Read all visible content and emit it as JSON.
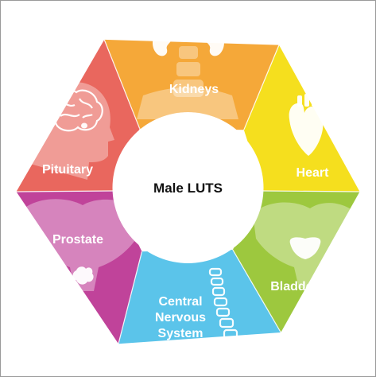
{
  "center": {
    "label": "Male LUTS"
  },
  "segments": [
    {
      "id": "kidneys",
      "label": "Kidneys",
      "color": "#F5A839",
      "icon": "kidneys-spine-icon"
    },
    {
      "id": "heart",
      "label": "Heart",
      "color": "#F5DF1E",
      "icon": "heart-icon"
    },
    {
      "id": "bladder",
      "label": "Bladder",
      "color": "#9DC83E",
      "icon": "bladder-pelvis-icon"
    },
    {
      "id": "cns",
      "label_lines": [
        "Central",
        "Nervous",
        "System"
      ],
      "color": "#5BC4EA",
      "icon": "spine-icon"
    },
    {
      "id": "prostate",
      "label": "Prostate",
      "color": "#C0439A",
      "icon": "prostate-pelvis-icon"
    },
    {
      "id": "pituitary",
      "label": "Pituitary",
      "color": "#E9675E",
      "icon": "brain-head-icon"
    }
  ]
}
